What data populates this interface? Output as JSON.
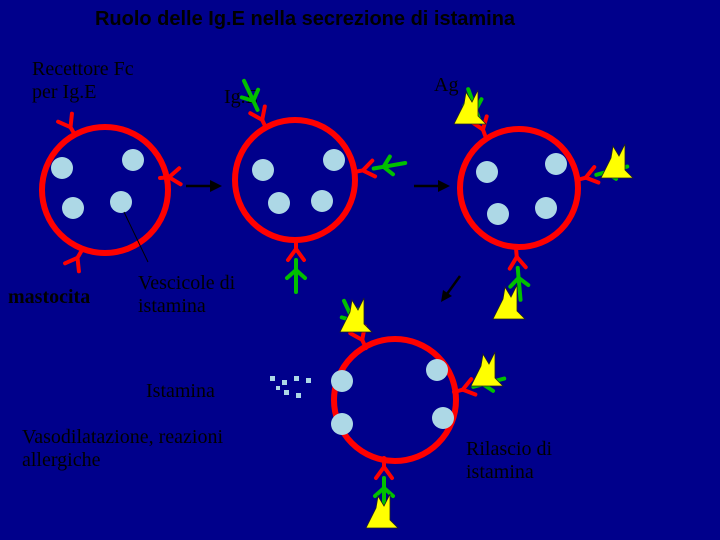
{
  "title": "Ruolo delle Ig.E nella secrezione di istamina",
  "labels": {
    "receptor_line1": "Recettore Fc",
    "receptor_line2": "per Ig.E",
    "ige": "Ig.E",
    "antigen": "Ag",
    "mast_cell": "mastocita",
    "vesicles_line1": "Vescicole di",
    "vesicles_line2": "istamina",
    "histamine": "Istamina",
    "effects_line1": "Vasodilatazione, reazioni",
    "effects_line2": "allergiche",
    "release_line1": "Rilascio di",
    "release_line2": "istamina"
  },
  "colors": {
    "background": "#00008B",
    "cell_membrane": "#FF0000",
    "vesicle": "#ADD8E6",
    "ige_antibody": "#00C000",
    "antigen": "#FFFF00",
    "histamine_granule": "#ADD8E6"
  }
}
